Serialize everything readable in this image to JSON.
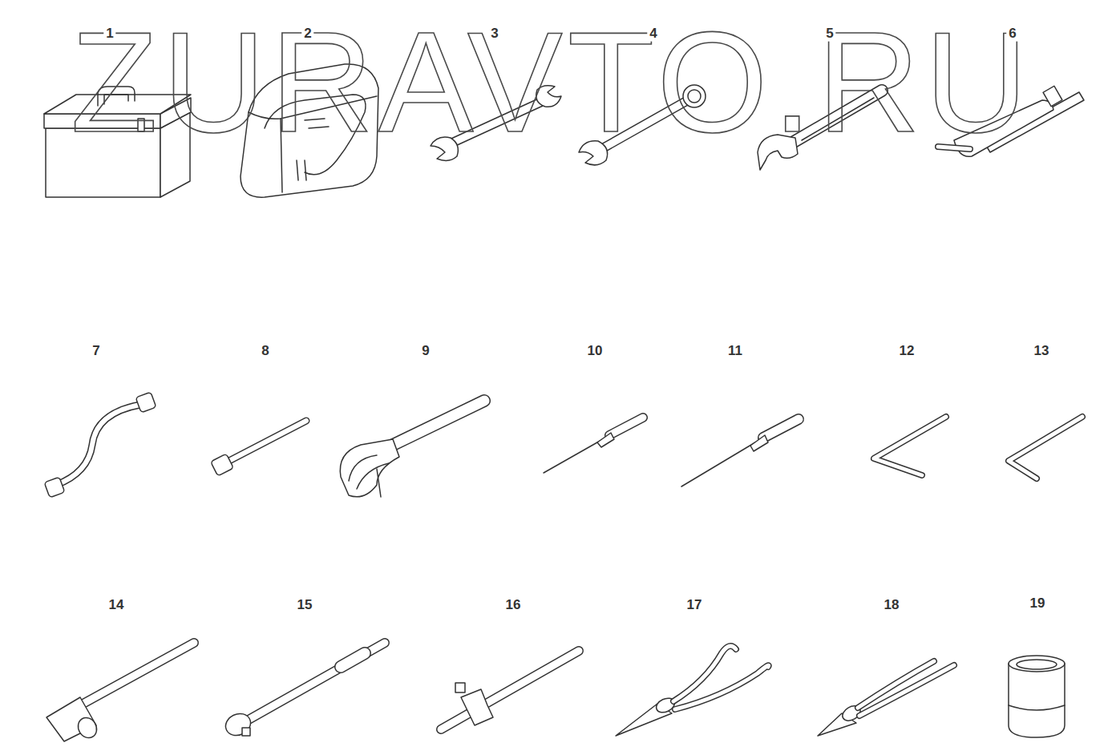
{
  "diagram": {
    "labels": [
      "1",
      "2",
      "3",
      "4",
      "5",
      "6",
      "7",
      "8",
      "9",
      "10",
      "11",
      "12",
      "13",
      "14",
      "15",
      "16",
      "17",
      "18",
      "19",
      "ZURAVTO.RU"
    ]
  }
}
